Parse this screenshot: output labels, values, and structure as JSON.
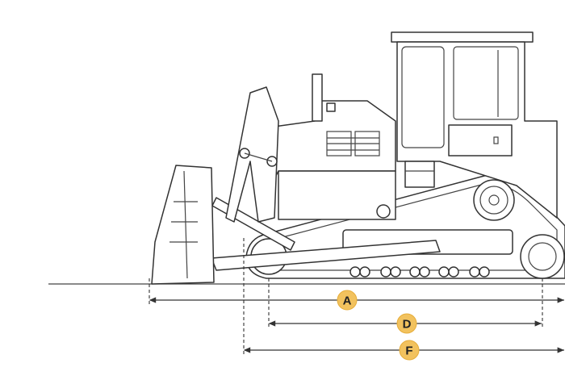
{
  "dimensions": {
    "A": "A",
    "D": "D",
    "F": "F"
  },
  "colors": {
    "badge": "#f2c25e",
    "line": "#333333"
  }
}
